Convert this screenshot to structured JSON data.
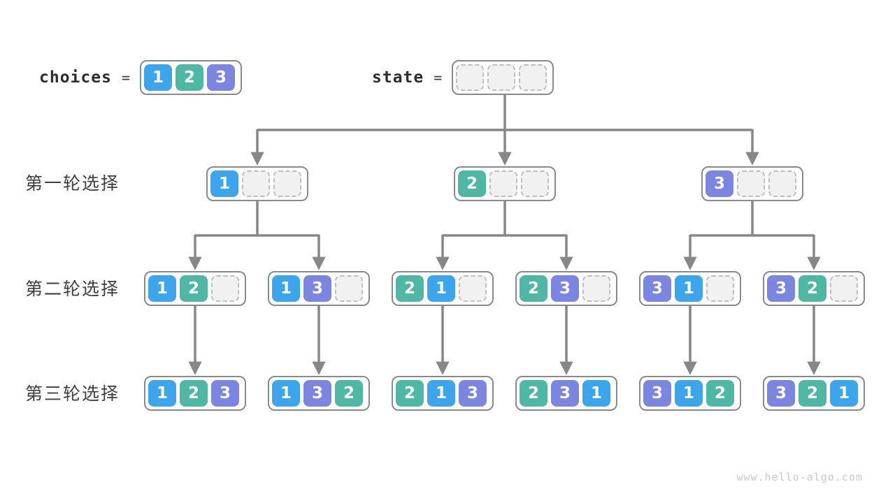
{
  "header": {
    "choices_label": "choices",
    "choices_equals": "=",
    "state_label": "state",
    "state_equals": "=",
    "choices_cells": [
      "1",
      "2",
      "3"
    ],
    "state_cells": [
      "",
      "",
      ""
    ]
  },
  "colors": {
    "cell1": "#3da5ec",
    "cell2": "#4eb8a4",
    "cell3": "#7b86e0",
    "empty_bg": "#f1f1f1",
    "empty_border": "#bfbfbf",
    "node_border": "#8a8a8a",
    "connector": "#878787"
  },
  "rows": [
    {
      "label": "第一轮选择",
      "nodes": [
        [
          "1",
          "",
          ""
        ],
        [
          "2",
          "",
          ""
        ],
        [
          "3",
          "",
          ""
        ]
      ]
    },
    {
      "label": "第二轮选择",
      "nodes": [
        [
          "1",
          "2",
          ""
        ],
        [
          "1",
          "3",
          ""
        ],
        [
          "2",
          "1",
          ""
        ],
        [
          "2",
          "3",
          ""
        ],
        [
          "3",
          "1",
          ""
        ],
        [
          "3",
          "2",
          ""
        ]
      ]
    },
    {
      "label": "第三轮选择",
      "nodes": [
        [
          "1",
          "2",
          "3"
        ],
        [
          "1",
          "3",
          "2"
        ],
        [
          "2",
          "1",
          "3"
        ],
        [
          "2",
          "3",
          "1"
        ],
        [
          "3",
          "1",
          "2"
        ],
        [
          "3",
          "2",
          "1"
        ]
      ]
    }
  ],
  "watermark": "www.hello-algo.com"
}
